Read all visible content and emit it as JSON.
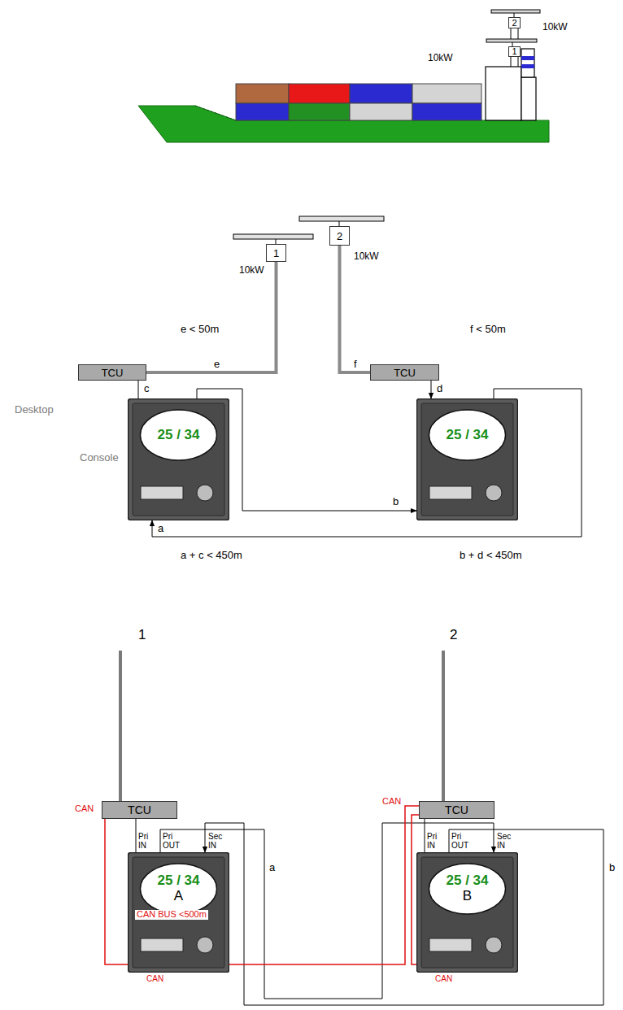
{
  "diagram": {
    "nodes": [
      {
        "text": [
          "2"
        ]
      },
      {
        "text": [
          "1"
        ]
      },
      {
        "text": [
          "2"
        ]
      },
      {
        "text": [
          "1"
        ]
      },
      {
        "text": [
          "TCU"
        ]
      },
      {
        "text": [
          "TCU"
        ]
      },
      {
        "text": [
          "25 / 34"
        ]
      },
      {
        "text": [
          "25 / 34"
        ]
      },
      {
        "text": [
          "TCU"
        ]
      },
      {
        "text": [
          "TCU"
        ]
      },
      {
        "text": [
          "25 / 34",
          "A"
        ]
      },
      {
        "text": [
          "25 / 34",
          "B"
        ]
      }
    ],
    "edges": [
      {
        "from": 3,
        "to": 4,
        "label": "e",
        "arrow": "none"
      },
      {
        "from": 2,
        "to": 5,
        "label": "f",
        "arrow": "none"
      },
      {
        "from": 4,
        "to": 6,
        "label": "c",
        "arrow": "none"
      },
      {
        "from": 5,
        "to": 7,
        "label": "d",
        "arrow": "to"
      },
      {
        "from": 6,
        "to": 7,
        "label": "b",
        "arrow": "to"
      },
      {
        "from": 7,
        "to": 6,
        "label": "a",
        "arrow": "to"
      },
      {
        "from": 8,
        "to": 10,
        "arrow": "none"
      },
      {
        "from": 9,
        "to": 11,
        "arrow": "none"
      },
      {
        "from": 10,
        "to": 11,
        "label": "a",
        "arrow": "to"
      },
      {
        "from": 11,
        "to": 10,
        "label": "b",
        "arrow": "to"
      },
      {
        "from": 8,
        "to": 10,
        "arrow": "none"
      },
      {
        "from": 10,
        "to": 9,
        "arrow": "none"
      },
      {
        "from": 9,
        "to": 11,
        "arrow": "none"
      }
    ],
    "labels": [
      "10kW",
      "10kW",
      "10kW",
      "10kW",
      "e <  50m",
      "f <  50m",
      "Desktop",
      "Console",
      "a + c < 450m",
      "b + d < 450m",
      "1",
      "2",
      "CAN",
      "CAN",
      "Pri IN",
      "Pri OUT",
      "Sec IN",
      "Pri IN",
      "Pri OUT",
      "Sec IN",
      "CAN BUS <500m",
      "CAN",
      "CAN"
    ]
  }
}
